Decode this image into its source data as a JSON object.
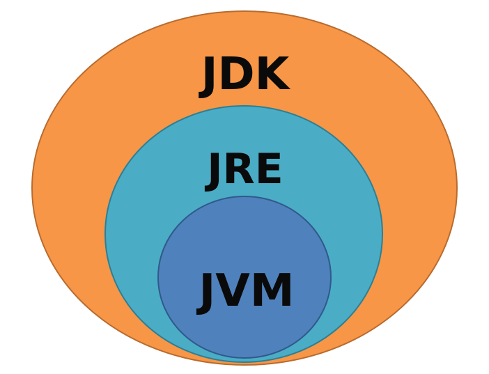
{
  "diagram": {
    "outer": {
      "label": "JDK",
      "fill": "#F79646",
      "stroke": "#B86B2F"
    },
    "middle": {
      "label": "JRE",
      "fill": "#4BACC6",
      "stroke": "#2C7F95"
    },
    "inner": {
      "label": "JVM",
      "fill": "#4F81BD",
      "stroke": "#2F5A8A"
    }
  }
}
